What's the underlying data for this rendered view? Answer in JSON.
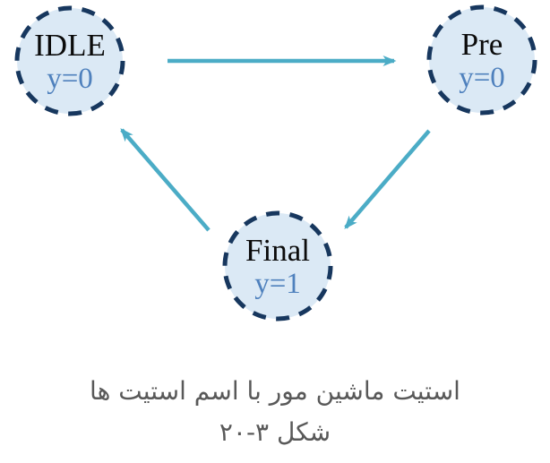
{
  "diagram": {
    "type": "state-machine",
    "states": [
      {
        "id": "idle",
        "name": "IDLE",
        "output": "y=0"
      },
      {
        "id": "pre",
        "name": "Pre",
        "output": "y=0"
      },
      {
        "id": "final",
        "name": "Final",
        "output": "y=1"
      }
    ],
    "transitions": [
      {
        "from": "IDLE",
        "to": "Pre"
      },
      {
        "from": "Pre",
        "to": "Final"
      },
      {
        "from": "Final",
        "to": "IDLE"
      }
    ],
    "colors": {
      "state_fill": "#dbe9f5",
      "state_border": "#17375e",
      "state_name_color": "#0b0b0b",
      "output_text_color": "#4f81bd",
      "arrow_color": "#4bacc6",
      "caption_color": "#595959"
    }
  },
  "caption": {
    "line1": "استیت ماشین مور با اسم استیت ها",
    "line2": "شکل ۳-۲۰"
  }
}
